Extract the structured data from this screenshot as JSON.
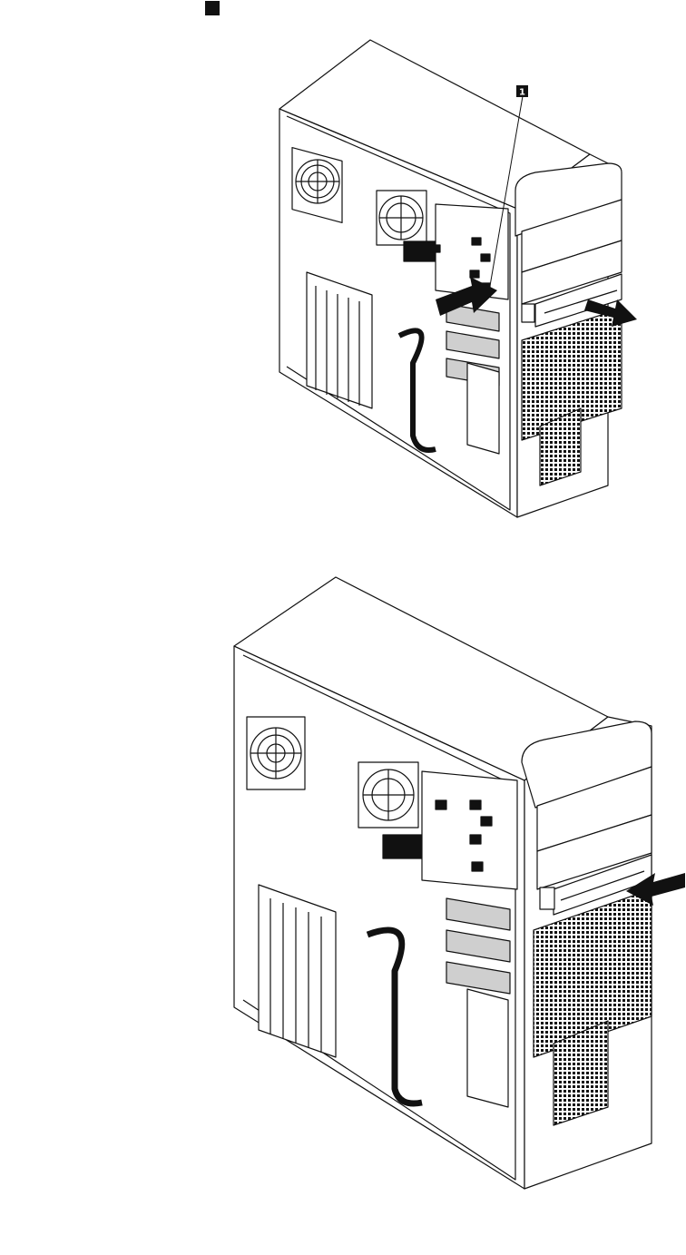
{
  "callout": {
    "number": "1"
  },
  "colors": {
    "ink": "#111111",
    "panel": "#ffffff",
    "shade": "#9a9a9a",
    "light": "#cfcfcf"
  },
  "figures": [
    {
      "step": "remove",
      "arrow_direction": "out"
    },
    {
      "step": "install",
      "arrow_direction": "in"
    }
  ]
}
